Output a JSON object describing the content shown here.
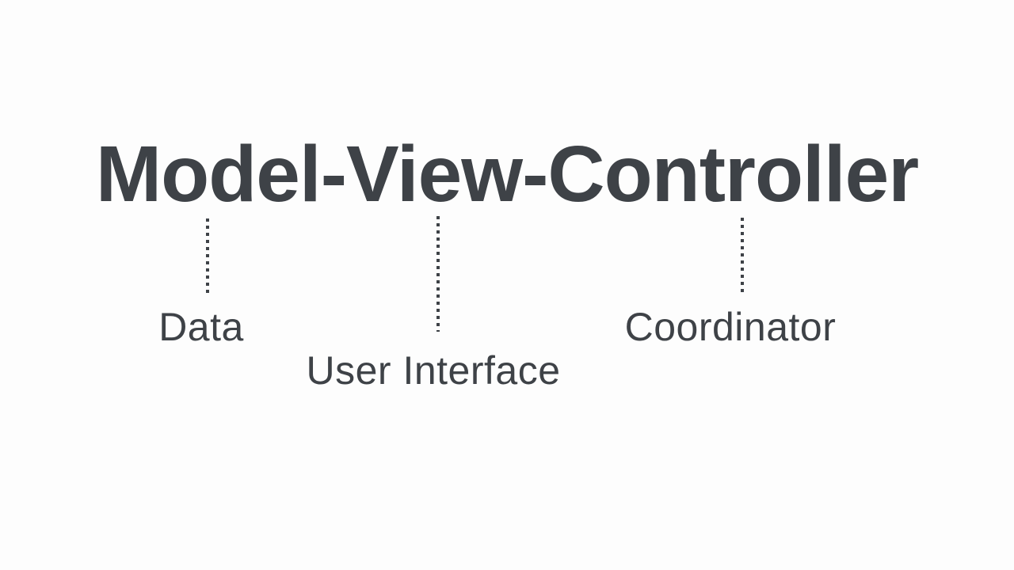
{
  "page": {
    "background_color": "#fdfdfd",
    "text_color": "#3e4247"
  },
  "diagram": {
    "title": "Model-View-Controller",
    "labels": [
      {
        "text": "Data",
        "points_to": "Model"
      },
      {
        "text": "User Interface",
        "points_to": "View"
      },
      {
        "text": "Coordinator",
        "points_to": "Controller"
      }
    ],
    "connector_style": "dotted-vertical"
  }
}
